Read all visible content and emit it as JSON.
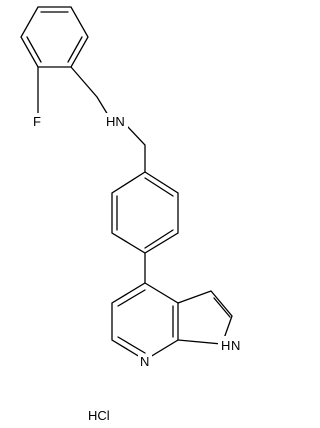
{
  "atoms": {
    "fluorine": "F",
    "amine": "HN",
    "pyridine_nitrogen": "N",
    "pyrrole_nitrogen": "N",
    "pyrrole_hydrogen": "H"
  },
  "salt": "HCl",
  "colors": {
    "ink": "#000000",
    "background": "#ffffff"
  }
}
